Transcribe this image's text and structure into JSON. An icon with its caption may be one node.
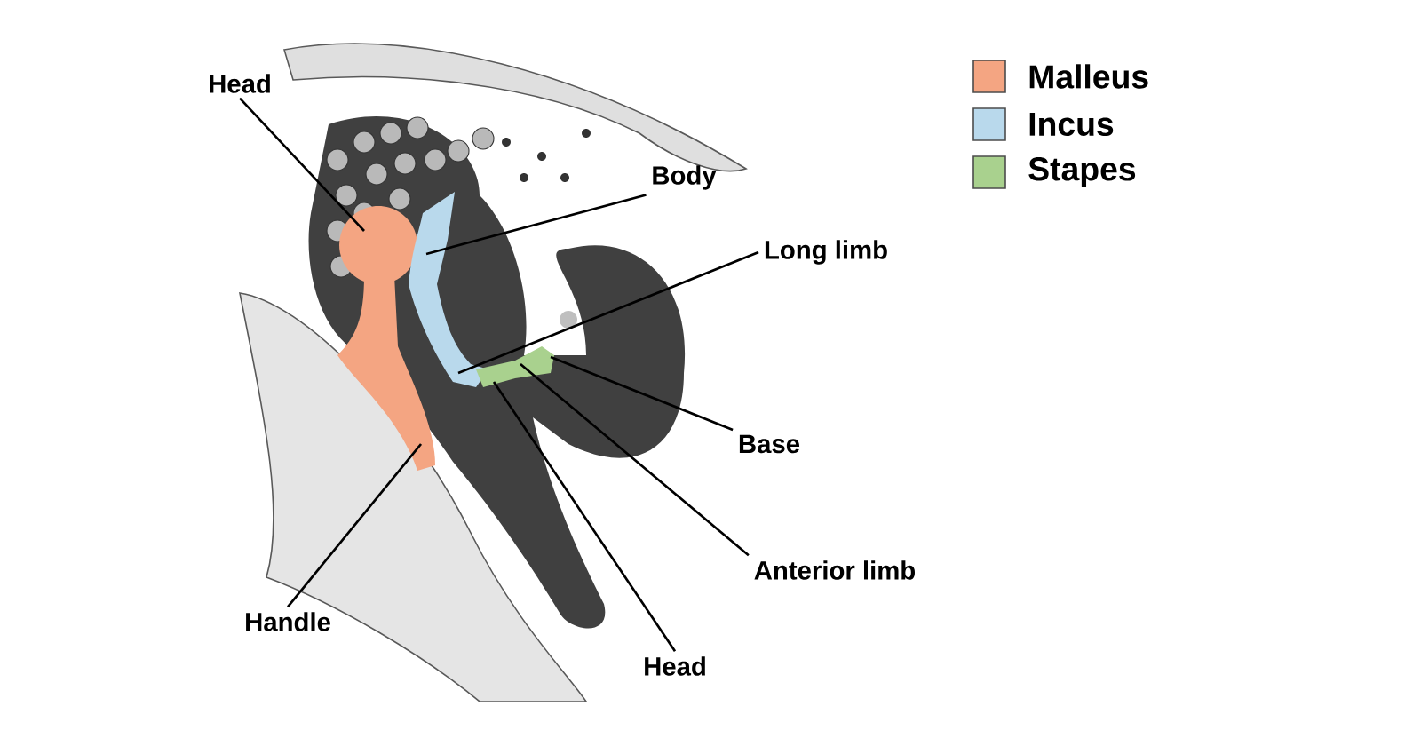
{
  "diagram": {
    "nodes": [
      {
        "text": [
          "Head"
        ]
      },
      {
        "text": [
          "Body"
        ]
      },
      {
        "text": [
          "Long limb"
        ]
      },
      {
        "text": [
          "Base"
        ]
      },
      {
        "text": [
          "Anterior limb"
        ]
      },
      {
        "text": [
          "Head"
        ]
      },
      {
        "text": [
          "Handle"
        ]
      }
    ],
    "edges": [
      {
        "from": 0,
        "to": null,
        "arrow": "none"
      },
      {
        "from": 1,
        "to": null,
        "arrow": "none"
      },
      {
        "from": 2,
        "to": null,
        "arrow": "none"
      },
      {
        "from": 3,
        "to": null,
        "arrow": "none"
      },
      {
        "from": 4,
        "to": null,
        "arrow": "none"
      },
      {
        "from": 5,
        "to": null,
        "arrow": "none"
      },
      {
        "from": 6,
        "to": null,
        "arrow": "none"
      }
    ],
    "legend": [
      {
        "text": "Malleus",
        "color": "#f4a582"
      },
      {
        "text": "Incus",
        "color": "#b9d9ec"
      },
      {
        "text": "Stapes",
        "color": "#a9d18e"
      }
    ]
  }
}
